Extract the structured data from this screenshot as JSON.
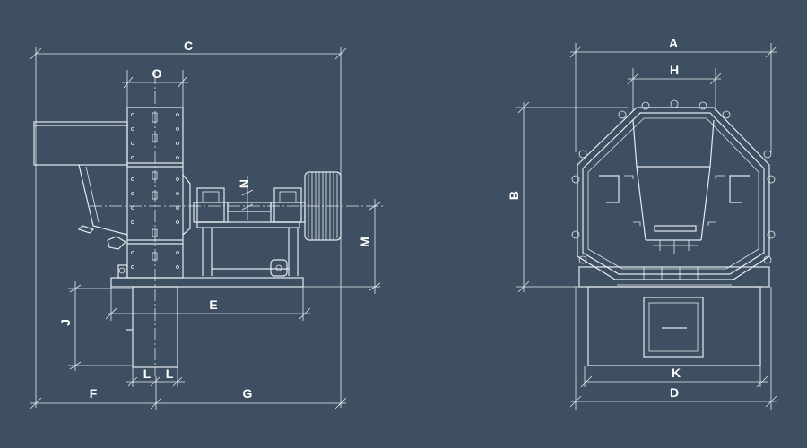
{
  "background": "#3d4f61",
  "line_color": "#e6ebf0",
  "side_view": {
    "labels": {
      "C": "C",
      "O": "O",
      "N": "N",
      "M": "M",
      "E": "E",
      "J": "J",
      "F": "F",
      "G": "G",
      "L1": "L",
      "L2": "L"
    }
  },
  "front_view": {
    "labels": {
      "A": "A",
      "H": "H",
      "B": "B",
      "K": "K",
      "D": "D"
    }
  }
}
